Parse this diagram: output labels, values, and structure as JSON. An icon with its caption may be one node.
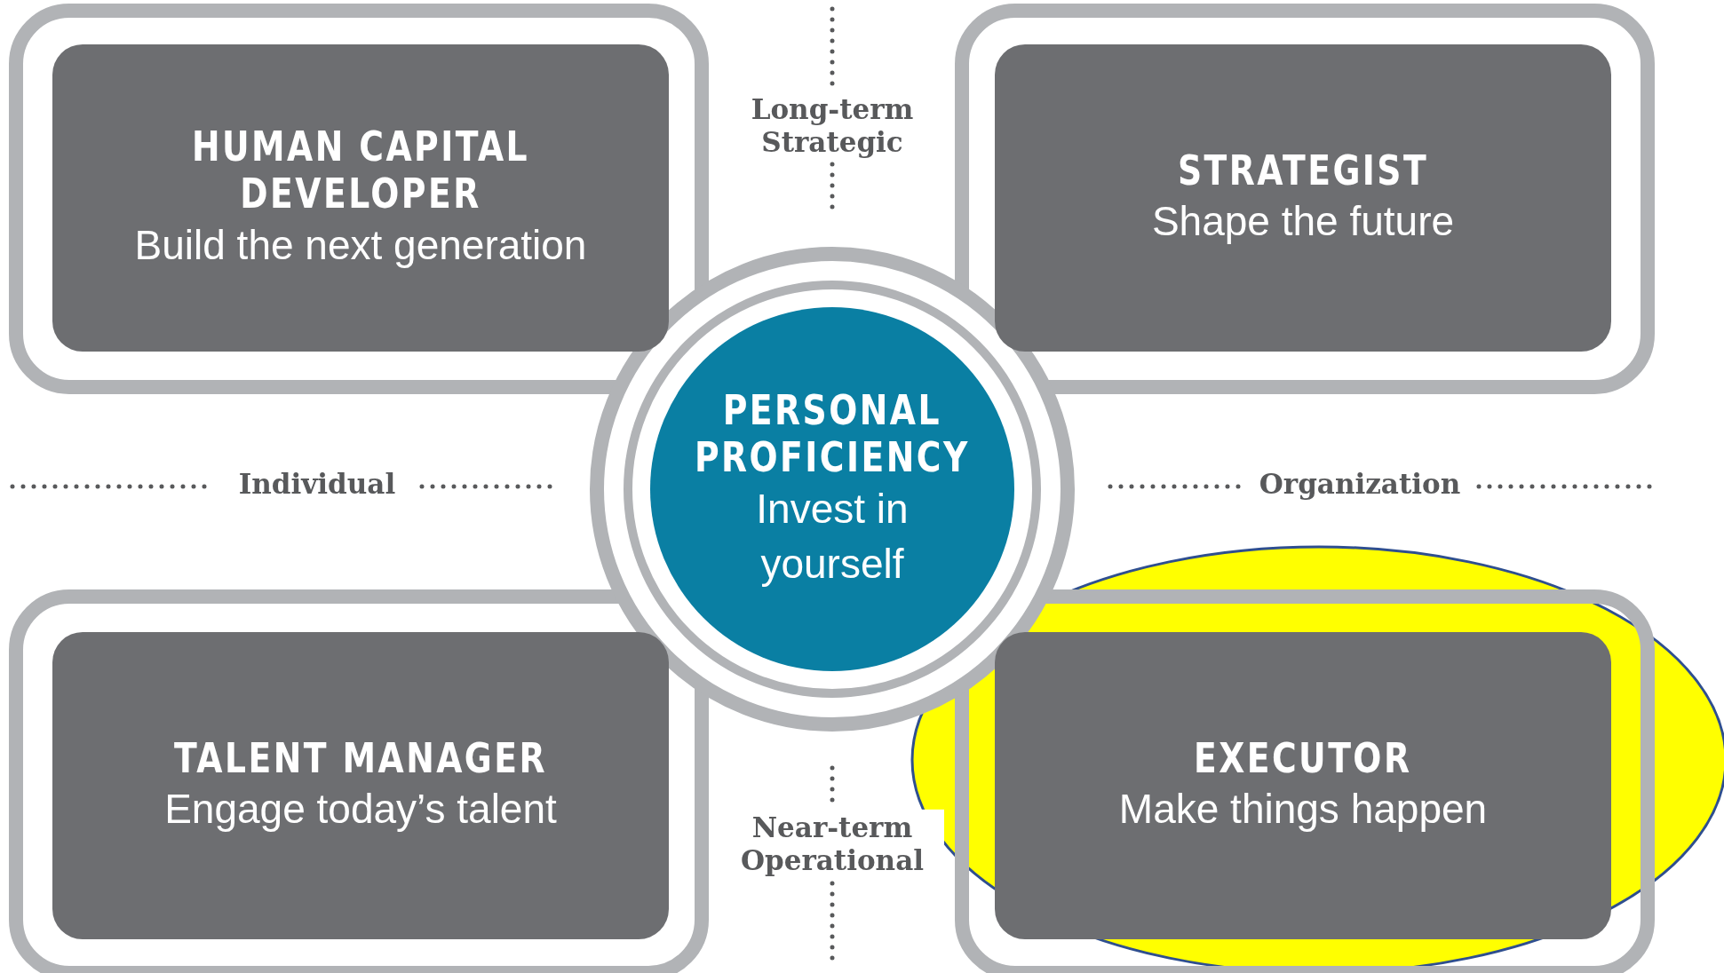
{
  "diagram": {
    "nodes": [
      {
        "text": [
          "HUMAN CAPITAL DEVELOPER",
          "Build the next generation"
        ]
      },
      {
        "text": [
          "STRATEGIST",
          "Shape the future"
        ]
      },
      {
        "text": [
          "PERSONAL PROFICIENCY",
          "Invest in yourself"
        ]
      },
      {
        "text": [
          "TALENT MANAGER",
          "Engage today’s talent"
        ]
      },
      {
        "text": [
          "EXECUTOR",
          "Make things happen"
        ]
      }
    ],
    "edges": [],
    "labels": [
      "Long-term Strategic",
      "Individual",
      "Organization",
      "Near-term Operational"
    ]
  }
}
